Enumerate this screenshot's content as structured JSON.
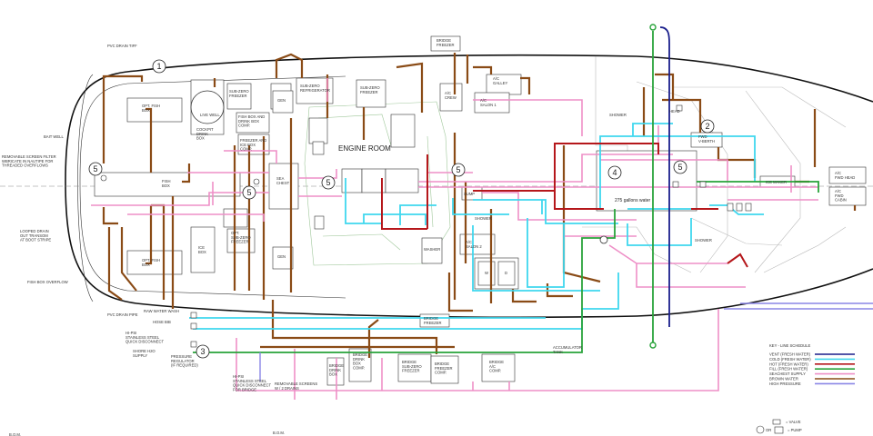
{
  "callouts": [
    "1",
    "2",
    "3",
    "4",
    "5",
    "5",
    "5",
    "5",
    "5"
  ],
  "labels": {
    "pvc_drain_top": "PVC DRAIN TIFF",
    "bait_well": "BAIT WELL",
    "removable_screen": "REMOVABLE SCREEN FILTER\nWBRICATE IN NAUTIPE FOR\nTHREADED OVERFLOWS",
    "looped_drain": "LOOPED DRAIN\nOUT TRANSOM\nAT BOOT STRIPE",
    "fish_box_overflow": "FISH BOX OVERFLOW",
    "pvc_drain_pipe": "PVC DRAIN PIPE",
    "raw_water_wash": "RAW WATER WASH",
    "hose_bib": "HOSE BIB",
    "quick_disconnect": "HI-PSI\nSTAINLESS STEEL\nQUICK DISCONNECT",
    "shore_hookup": "SHORE H2O\nSUPPLY",
    "pressure_regulator": "PRESSURE\nREGULATOR\n(IF REQUIRED)",
    "quick_disconnect_bridge": "HI-PSI\nSTAINLESS STEEL\nQUICK DISCONNECT\nFOR BRIDGE",
    "removable_screens": "REMOVABLE SCREENS\nW / 2 DRAINS",
    "accumulator_tank": "ACCUMULATOR\nTANK",
    "opt_fish_box_top": "OPT. FISH\nBOX",
    "opt_fish_box_bottom": "OPT. FISH\nBOX",
    "fish_box": "FISH\nBOX",
    "live_well": "LIVE WELL",
    "sub_zero_freezer": "SUB-ZERO\nFREEZER",
    "sub_zero_refrigerator": "SUB-ZERO\nREFRIGERATOR",
    "sub_zero_freezer_2": "SUB-ZERO\nFREEZER",
    "cockpit_drink_box": "COCKPIT\nDRINK\nBOX",
    "fish_box_drink_box": "FISH BOX AND\nDRINK BOX\nCOMP.",
    "freezer_ice_box": "FREEZER AND\nICE BOX\nCOMP.",
    "gen": "GEN",
    "engine_room": "ENGINE ROOM",
    "bridge_freezer_top": "BRIDGE\nFREEZER",
    "ac_galley": "A/C\nGALLEY",
    "ac_crew": "A/C\nCREW",
    "ac_salon1": "A/C\nSALON 1",
    "ac_salon2": "A/C\nSALON 2",
    "shower_top": "SHOWER",
    "shower_mid": "SHOWER",
    "shower_right": "SHOWER",
    "head": "HEAD",
    "fwd_vnberth": "FWD\nV-BERTH",
    "tank": "275 gallons water",
    "ice_maker": "ICE MAKER",
    "ac_fwd_head": "A/C\nFWD HEAD",
    "ac_fwd_cabin": "A/C\nFWD\nCABIN",
    "ice_box": "ICE\nBOX",
    "opt_sub_zero": "OPT.\nSUB-ZERO\nFREEZER",
    "sea_chest": "SEA\nCHEST",
    "bridge_freezer_bottom": "BRIDGE\nFREEZER",
    "bridge_drink_box": "BRIDGE\nDRINK\nBOX\nCOMP.",
    "bridge_sub_zero": "BRIDGE\nSUB-ZERO\nFREEZER",
    "bridge_freezer_comp": "BRIDGE\nFREEZER\nCOMP.",
    "bridge_ac_comp": "BRIDGE\nA/C\nCOMP.",
    "bridge_drink_box2": "BRIDGE\nDRINK\nBOX",
    "w": "W",
    "d": "D",
    "sump": "SUMP",
    "washer": "WASHER",
    "bow_left": "B.O.M.",
    "bow_mid": "B.O.M."
  },
  "legend": {
    "title": "KEY - LINE SCHEDULE",
    "items": [
      {
        "label": "VENT (FRESH WATER)",
        "color": "#1a1f8c"
      },
      {
        "label": "COLD (FRESH WATER)",
        "color": "#3fd7ee"
      },
      {
        "label": "HOT (FRESH WATER)",
        "color": "#b5171b"
      },
      {
        "label": "FILL (FRESH WATER)",
        "color": "#28a33a"
      },
      {
        "label": "SEACHEST SUPPLY",
        "color": "#ee8fc7"
      },
      {
        "label": "BROWN WATER",
        "color": "#8a4b16"
      },
      {
        "label": "HIGH PRESSURE",
        "color": "#8a86e6"
      }
    ],
    "valve": "= VALVE",
    "pump": "= PUMP",
    "pump_or": "OR"
  }
}
